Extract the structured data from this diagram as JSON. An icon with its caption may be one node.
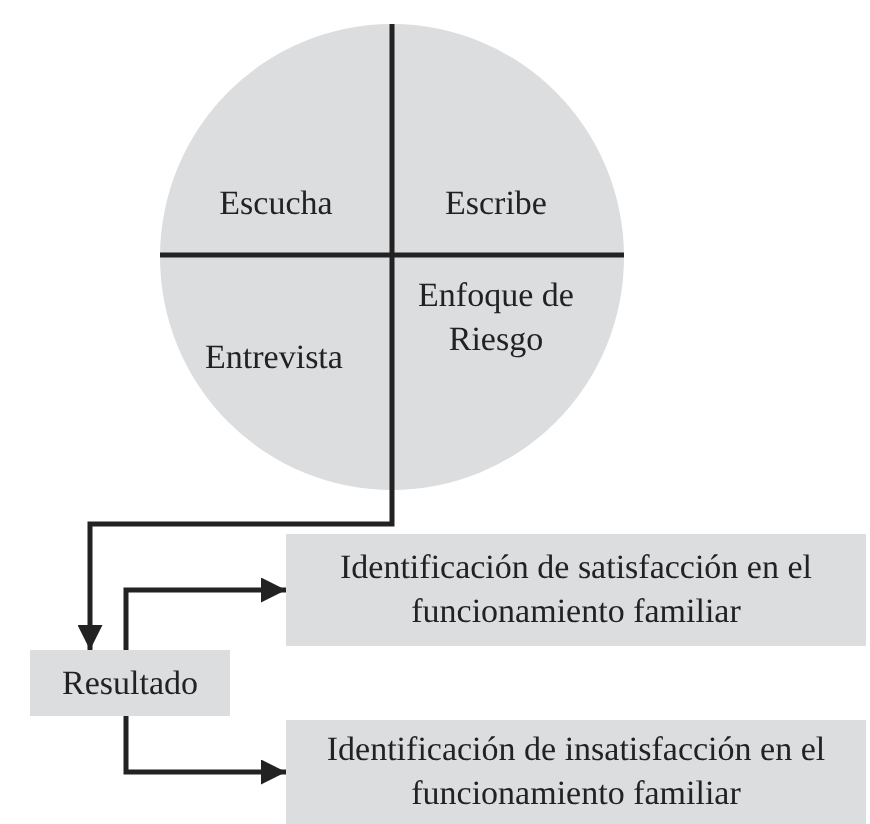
{
  "diagram": {
    "nodes": [
      {
        "text": [],
        "shape": "circle"
      },
      {
        "text": [
          "Escucha"
        ],
        "in": 0
      },
      {
        "text": [
          "Escribe"
        ],
        "in": 0
      },
      {
        "text": [
          "Entrevista"
        ],
        "in": 0
      },
      {
        "text": [
          "Enfoque de Riesgo"
        ],
        "in": 0
      },
      {
        "text": [
          "Resultado"
        ]
      },
      {
        "text": [
          "Identificación de satisfacción en el funcionamiento familiar"
        ]
      },
      {
        "text": [
          "Identificación de insatisfacción en el funcionamiento familiar"
        ]
      }
    ],
    "edges": [
      {
        "from": 0,
        "to": 5,
        "arrow": "to"
      },
      {
        "from": 5,
        "to": 6,
        "arrow": "to"
      },
      {
        "from": 5,
        "to": 7,
        "arrow": "to"
      }
    ]
  }
}
